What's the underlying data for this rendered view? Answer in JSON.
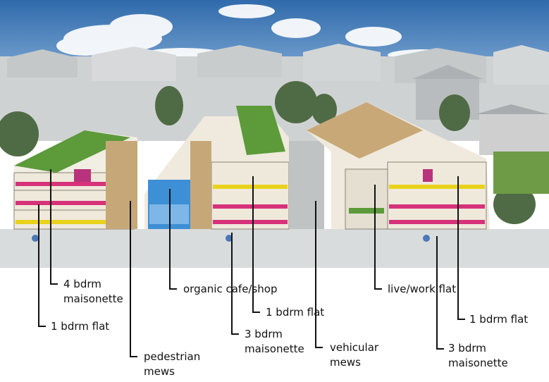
{
  "labels": {
    "four_bdrm_maisonette": [
      "4 bdrm",
      "maisonette"
    ],
    "one_bdrm_flat_left": "1 bdrm flat",
    "pedestrian_mews": [
      "pedestrian",
      "mews"
    ],
    "organic_cafe_shop": "organic cafe/shop",
    "one_bdrm_flat_center": "1 bdrm flat",
    "three_bdrm_maisonette_center": [
      "3 bdrm",
      "maisonette"
    ],
    "vehicular_mews": [
      "vehicular",
      "mews"
    ],
    "live_work_flat": "live/work flat",
    "one_bdrm_flat_right": "1 bdrm flat",
    "three_bdrm_maisonette_right": [
      "3 bdrm",
      "maisonette"
    ]
  },
  "colors": {
    "sky": "#3f78b8",
    "cloud": "#ffffff",
    "background_buildings": "#cfd2d3",
    "green_roof": "#5c9a3a",
    "magenta_floor": "#d6327a",
    "yellow_floor": "#e8d21c",
    "blue_unit": "#3d8fd6",
    "street": "#d9dcdc",
    "leader_line": "#111111"
  }
}
